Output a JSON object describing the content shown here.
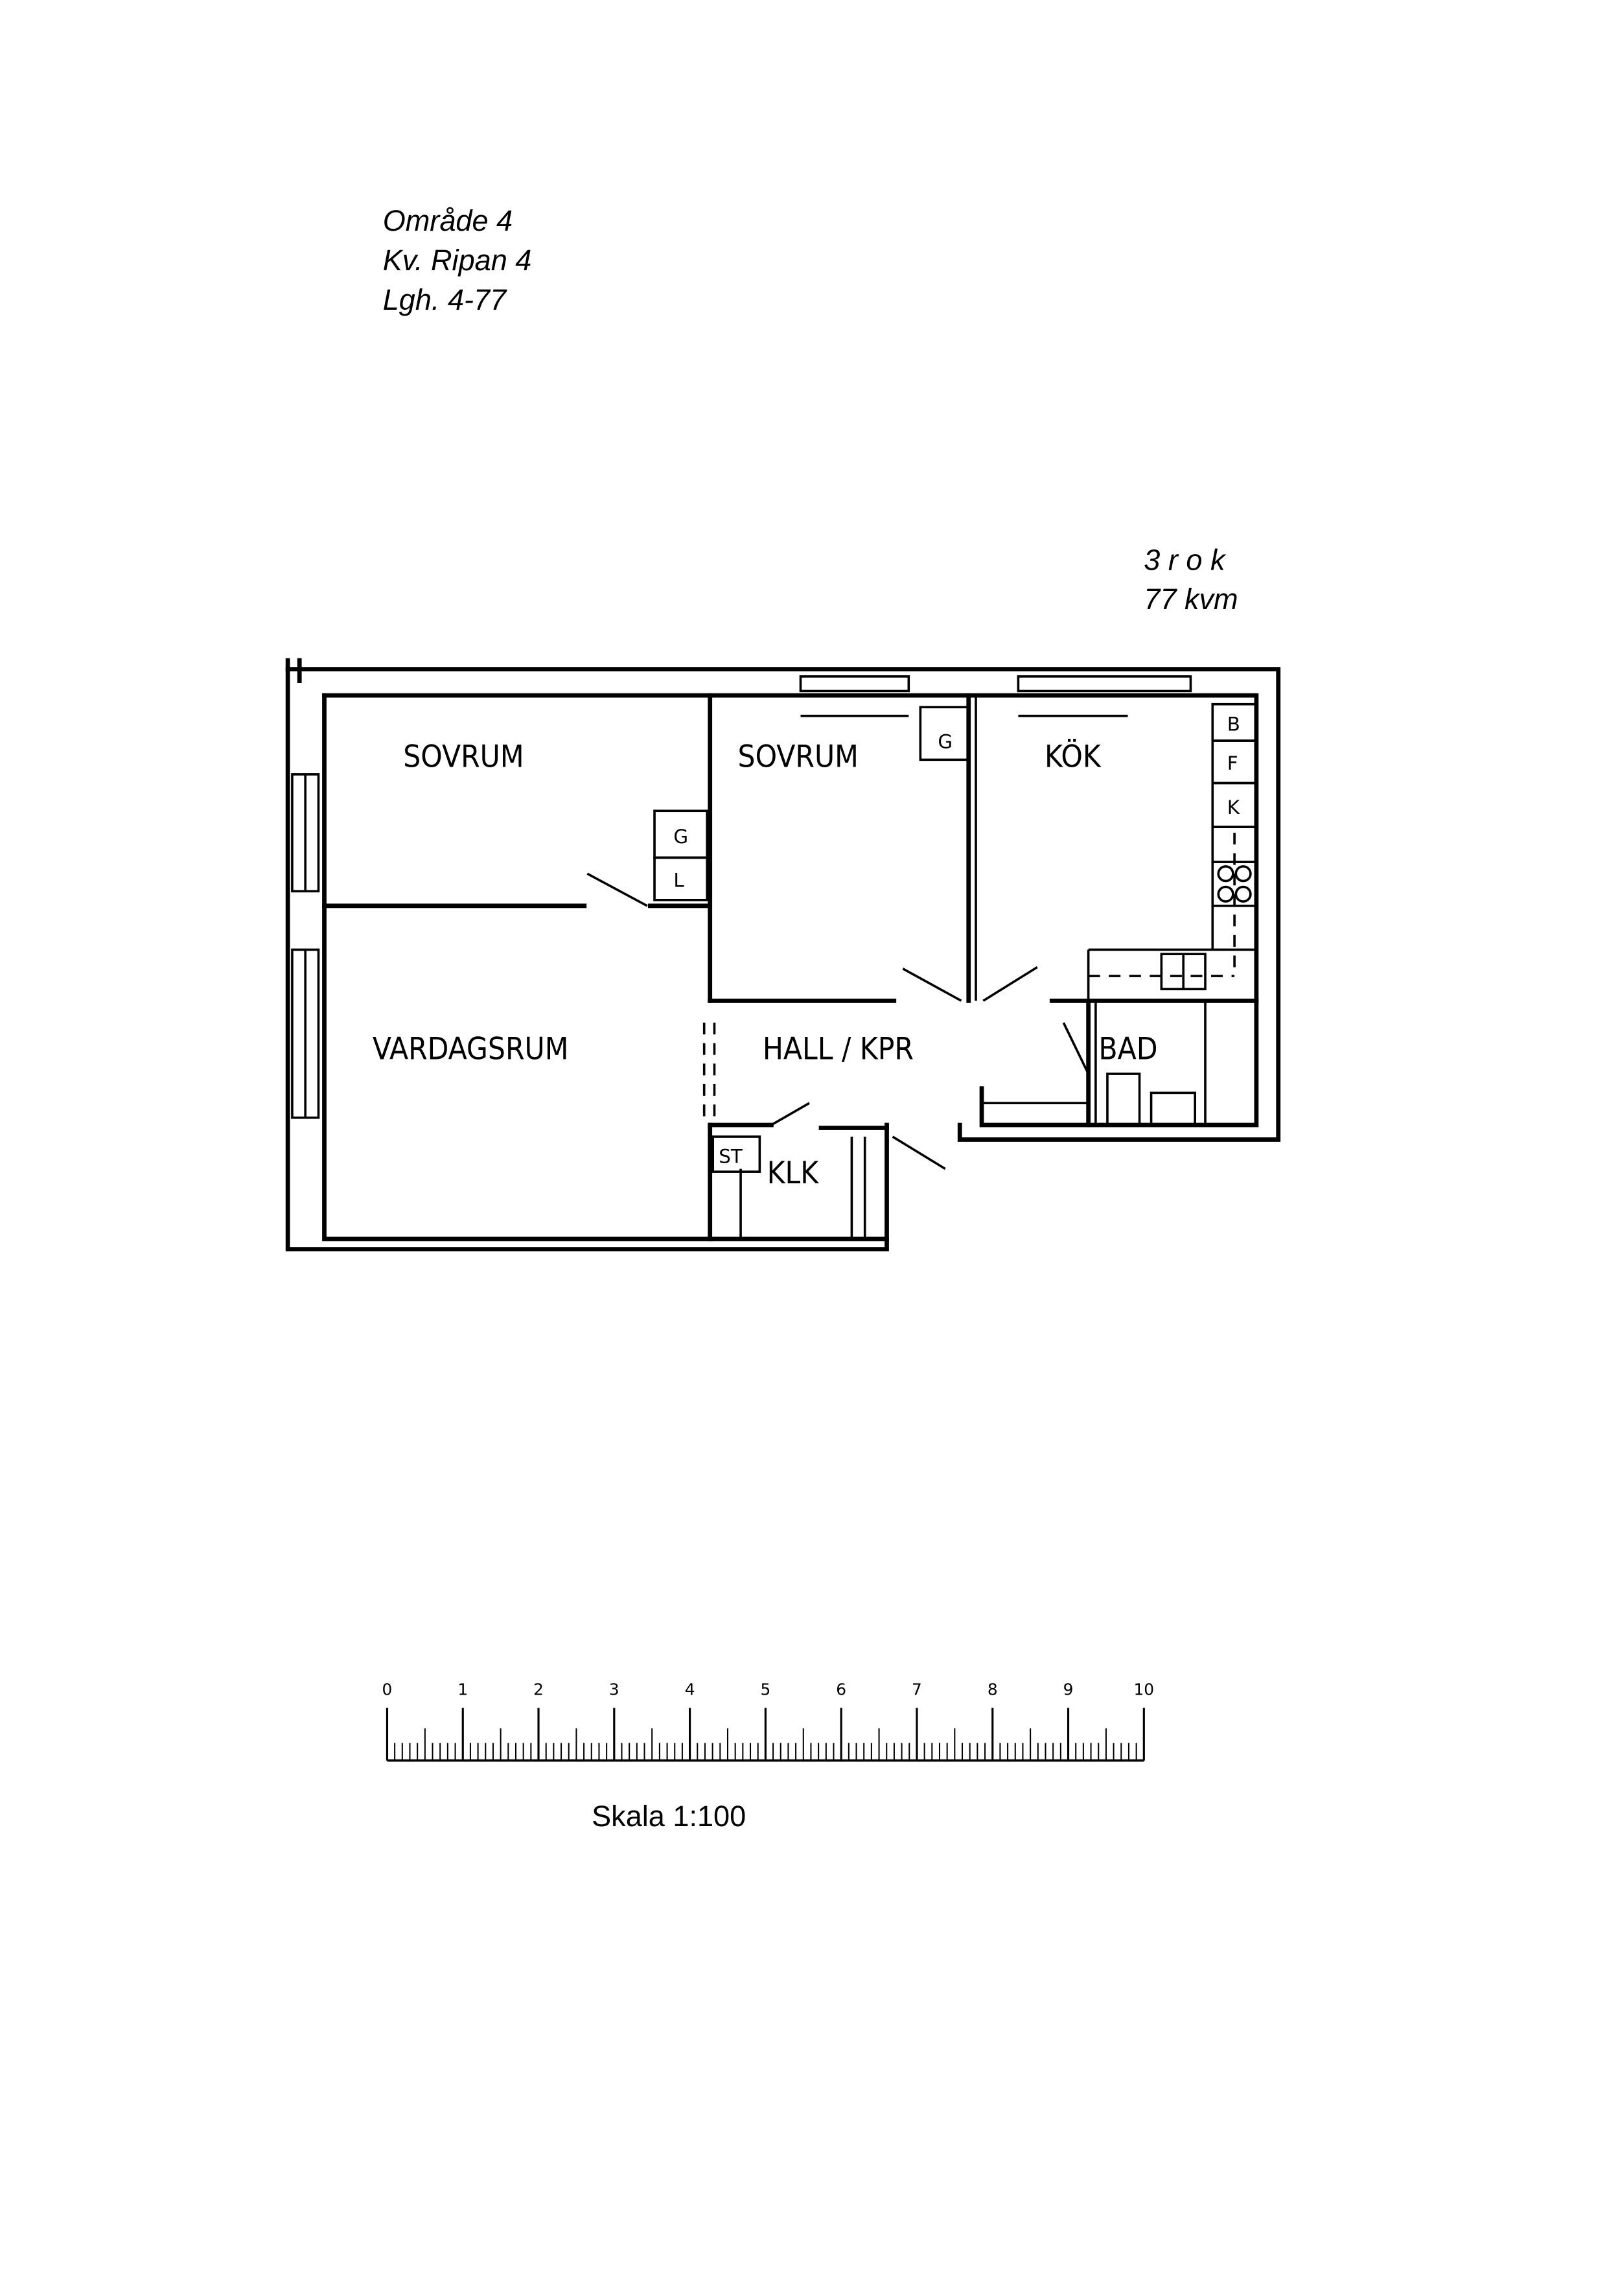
{
  "header": {
    "area": "Område 4",
    "block": "Kv. Ripan 4",
    "apartment": "Lgh. 4-77"
  },
  "summary": {
    "rooms": "3 r o k",
    "size": "77 kvm"
  },
  "rooms": {
    "bedroom1": "SOVRUM",
    "bedroom2": "SOVRUM",
    "kitchen": "KÖK",
    "living": "VARDAGSRUM",
    "hall": "HALL / KPR",
    "bath": "BAD",
    "closet": "KLK"
  },
  "fixtures": {
    "wardrobe1": "G",
    "linen": "L",
    "wardrobe2": "G",
    "st": "ST",
    "b": "B",
    "f": "F",
    "k": "K"
  },
  "scale": {
    "labels": [
      "0",
      "1",
      "2",
      "3",
      "4",
      "5",
      "6",
      "7",
      "8",
      "9",
      "10"
    ],
    "caption": "Skala 1:100"
  }
}
